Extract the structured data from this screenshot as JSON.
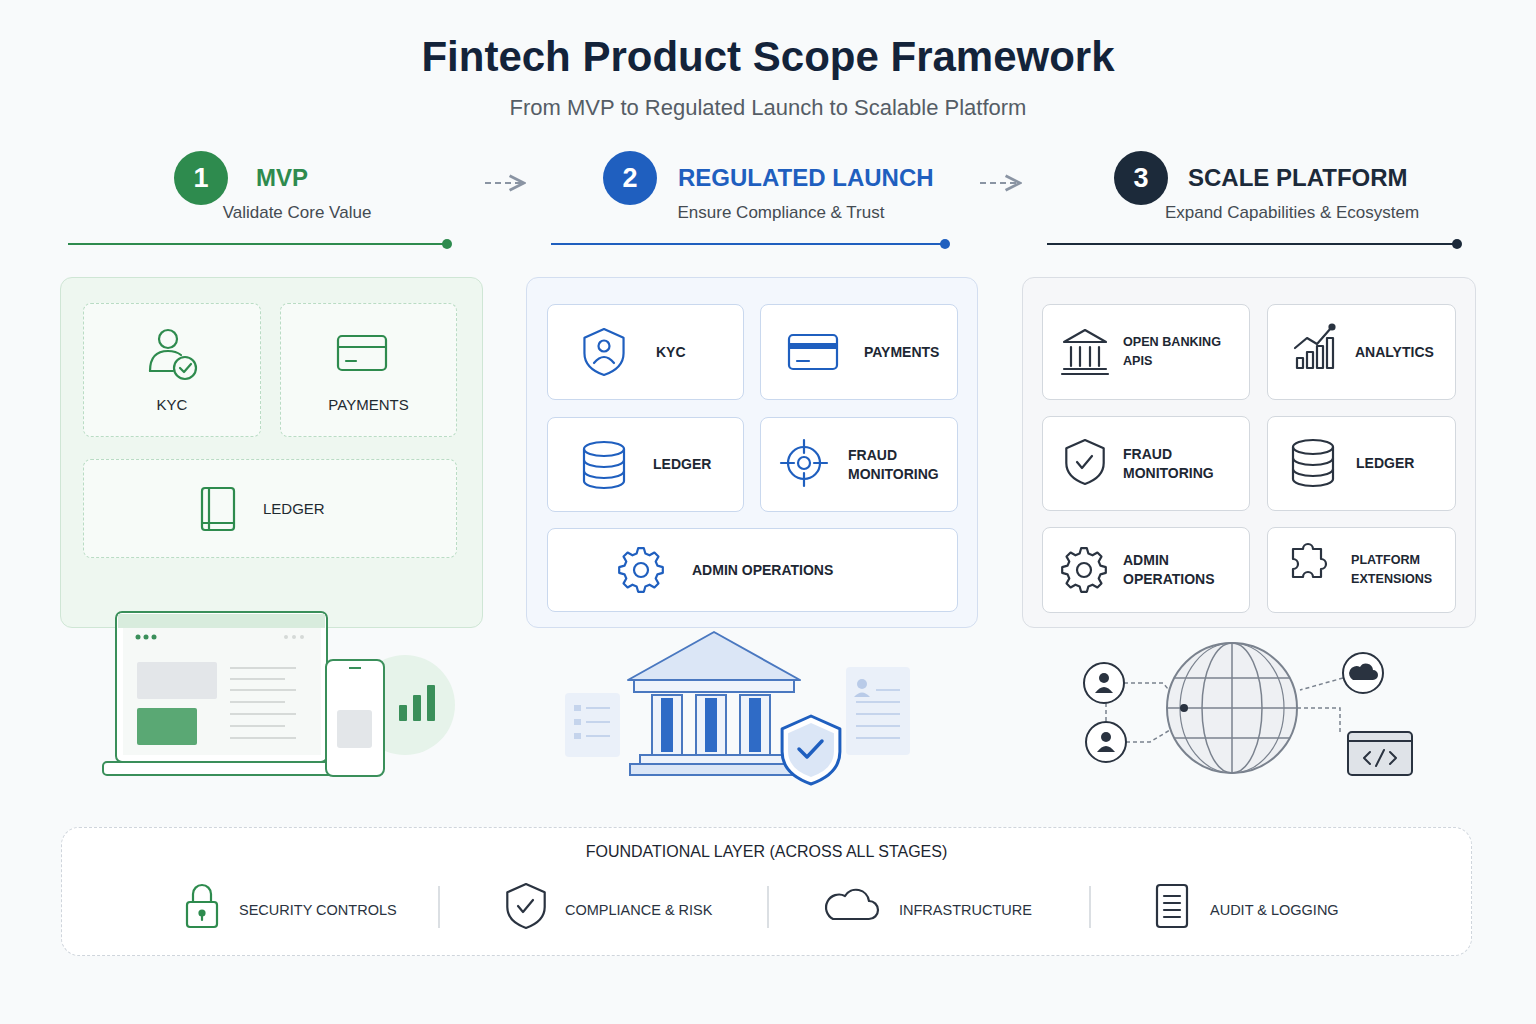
{
  "diagram": {
    "title": "Fintech Product Scope Framework",
    "caption": "From MVP to Regulated Launch to Scalable Platform",
    "nodes": [
      {
        "text": [
          "MVP",
          "Validate Core Value"
        ]
      },
      {
        "text": [
          "1"
        ],
        "in": 0
      },
      {
        "text": [
          "KYC"
        ],
        "in": 0
      },
      {
        "text": [
          "PAYMENTS"
        ],
        "in": 0
      },
      {
        "text": [
          "LEDGER"
        ],
        "in": 0
      },
      {
        "text": [
          "REGULATED LAUNCH",
          "Ensure Compliance & Trust"
        ]
      },
      {
        "text": [
          "2"
        ],
        "in": 5
      },
      {
        "text": [
          "KYC"
        ],
        "in": 5
      },
      {
        "text": [
          "PAYMENTS"
        ],
        "in": 5
      },
      {
        "text": [
          "LEDGER"
        ],
        "in": 5
      },
      {
        "text": [
          "FRAUD MONITORING"
        ],
        "in": 5
      },
      {
        "text": [
          "ADMIN OPERATIONS"
        ],
        "in": 5
      },
      {
        "text": [
          "SCALE PLATFORM",
          "Expand Capabilities & Ecosystem"
        ]
      },
      {
        "text": [
          "3"
        ],
        "in": 12
      },
      {
        "text": [
          "OPEN BANKING APIS"
        ],
        "in": 12
      },
      {
        "text": [
          "ANALYTICS"
        ],
        "in": 12
      },
      {
        "text": [
          "FRAUD MONITORING"
        ],
        "in": 12
      },
      {
        "text": [
          "LEDGER"
        ],
        "in": 12
      },
      {
        "text": [
          "ADMIN OPERATIONS"
        ],
        "in": 12
      },
      {
        "text": [
          "PLATFORM EXTENSIONS"
        ],
        "in": 12
      },
      {
        "text": [
          "FOUNDATIONAL LAYER (ACROSS ALL STAGES)"
        ]
      },
      {
        "text": [
          "SECURITY CONTROLS"
        ],
        "in": 20
      },
      {
        "text": [
          "COMPLIANCE & RISK"
        ],
        "in": 20
      },
      {
        "text": [
          "INFRASTRUCTURE"
        ],
        "in": 20
      },
      {
        "text": [
          "AUDIT & LOGGING"
        ],
        "in": 20
      }
    ],
    "edges": [
      {
        "from": 0,
        "to": 5,
        "arrow": "to"
      },
      {
        "from": 5,
        "to": 12,
        "arrow": "to"
      }
    ]
  }
}
